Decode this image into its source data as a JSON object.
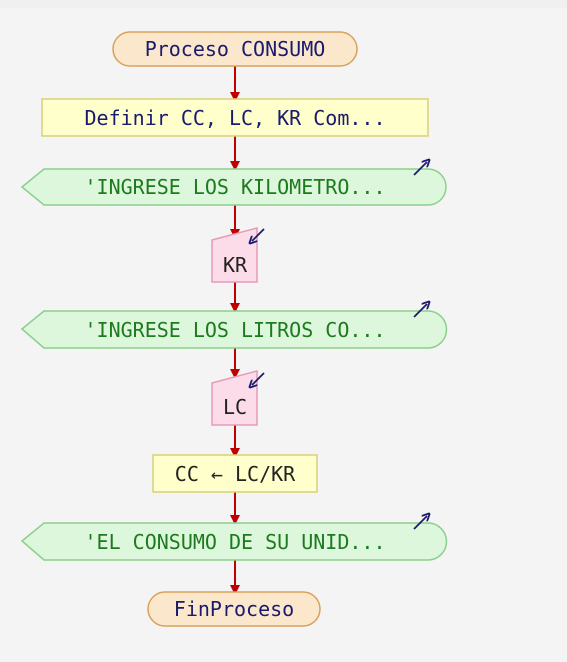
{
  "flowchart": {
    "start_label": "Proceso CONSUMO",
    "define_label": "Definir CC, LC, KR Com...",
    "output1_label": "'INGRESE LOS KILOMETRO...",
    "input1_label": "KR",
    "output2_label": "'INGRESE LOS LITROS CO...",
    "input2_label": "LC",
    "assign_label": "CC ← LC/KR",
    "output3_label": "'EL CONSUMO DE SU UNID...",
    "end_label": "FinProceso"
  },
  "colors": {
    "terminal_fill": "#fbe8cc",
    "terminal_stroke": "#d9a15a",
    "process_fill": "#ffffcc",
    "process_stroke": "#d6d17a",
    "output_fill": "#dcf7dc",
    "output_stroke": "#8ccf8c",
    "input_fill": "#fcdce8",
    "input_stroke": "#e79ab8",
    "arrow": "#c00000",
    "navy_text": "#1a1a6e",
    "green_text": "#1e7a1e"
  }
}
